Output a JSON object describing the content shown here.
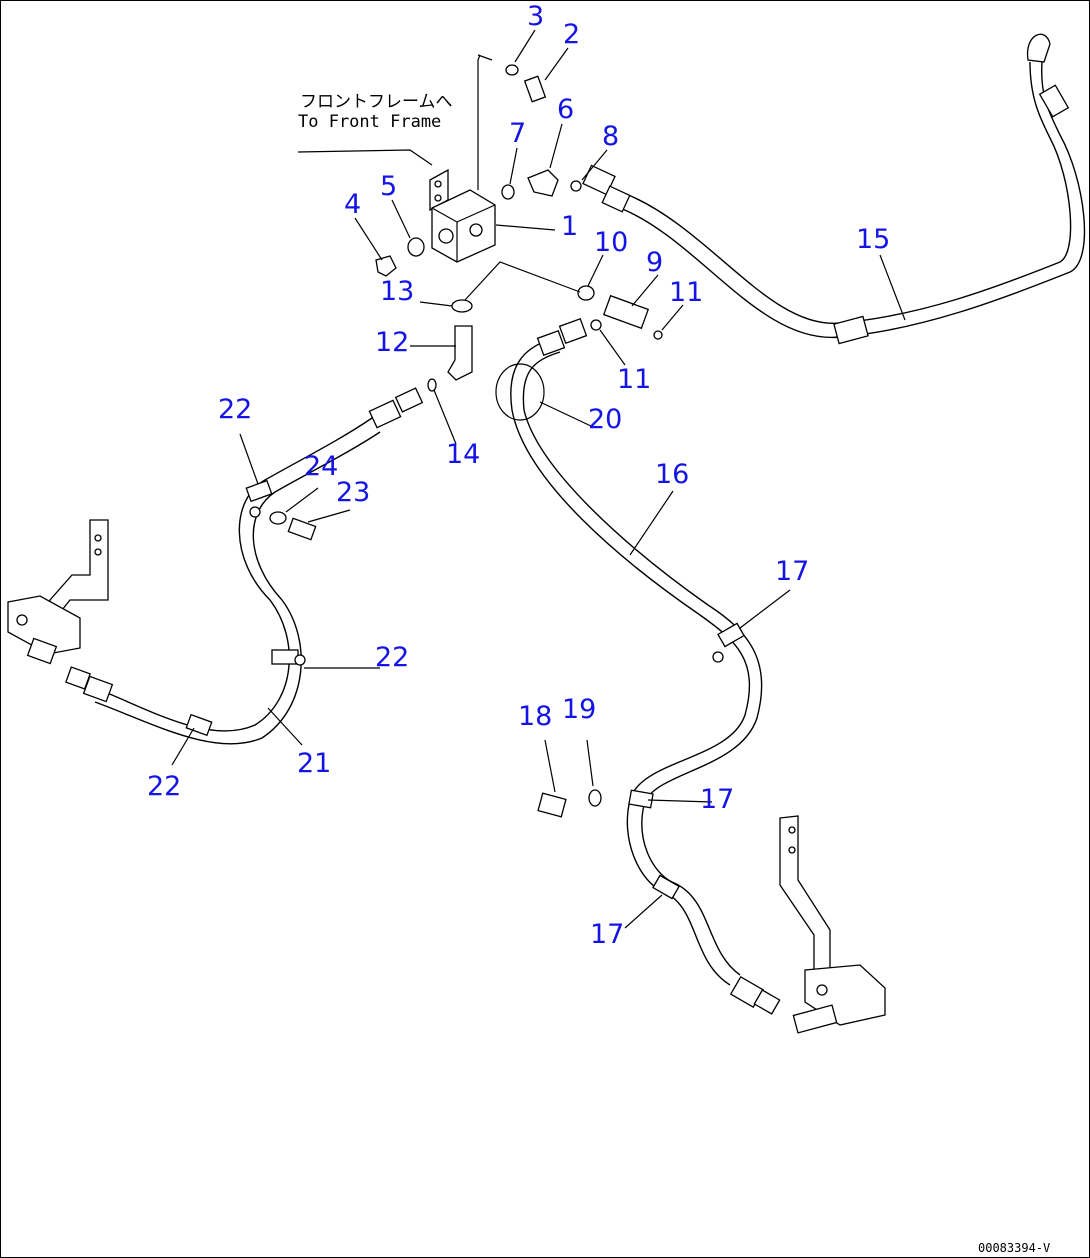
{
  "note": {
    "japanese": "フロントフレームへ",
    "english": "To Front Frame"
  },
  "part_numbers": {
    "p1": "1",
    "p2": "2",
    "p3": "3",
    "p4": "4",
    "p5": "5",
    "p6": "6",
    "p7": "7",
    "p8": "8",
    "p9": "9",
    "p10": "10",
    "p11a": "11",
    "p11b": "11",
    "p12": "12",
    "p13": "13",
    "p14": "14",
    "p15": "15",
    "p16": "16",
    "p17a": "17",
    "p17b": "17",
    "p17c": "17",
    "p18": "18",
    "p19": "19",
    "p20": "20",
    "p21": "21",
    "p22a": "22",
    "p22b": "22",
    "p22c": "22",
    "p23": "23",
    "p24": "24"
  },
  "drawing_code": "00083394-V",
  "colors": {
    "callout": "#1414e6",
    "linework": "#000000"
  }
}
